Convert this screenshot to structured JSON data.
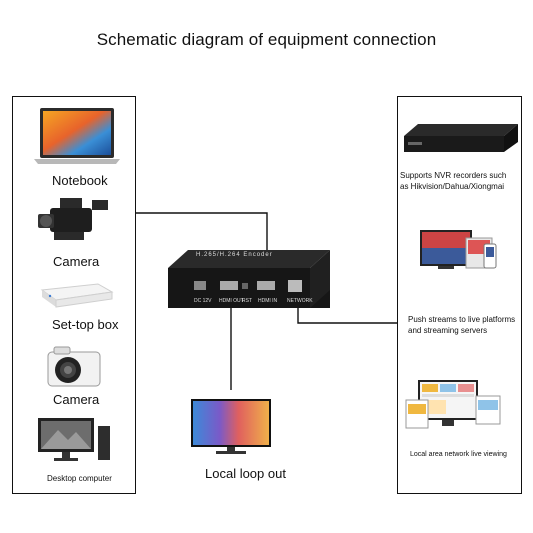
{
  "title": "Schematic diagram of equipment connection",
  "left_devices": [
    {
      "label": "Notebook"
    },
    {
      "label": "Camera"
    },
    {
      "label": "Set-top box"
    },
    {
      "label": "Camera"
    },
    {
      "label": "Desktop computer"
    }
  ],
  "encoder": {
    "top_text": "H.265/H.264 Encoder",
    "port_labels": [
      "DC 12V",
      "HDMI OUT",
      "RST",
      "HDMI IN",
      "NETWORK"
    ]
  },
  "monitor": {
    "label": "Local loop out"
  },
  "right_items": [
    {
      "label": "Supports NVR recorders such as Hikvision/Dahua/Xiongmai",
      "line1": "Supports NVR recorders such",
      "line2": "as Hikvision/Dahua/Xiongmai"
    },
    {
      "label": "Push streams to live platforms and streaming servers",
      "line1": "Push streams to live platforms",
      "line2": "and streaming servers"
    },
    {
      "label": "Local area network live viewing"
    }
  ]
}
